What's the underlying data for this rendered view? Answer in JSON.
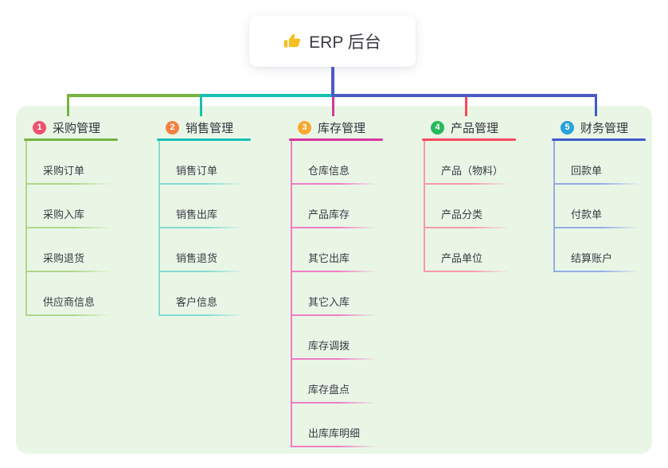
{
  "root": {
    "icon": "thumbs-up",
    "label": "ERP 后台"
  },
  "canvas": {
    "page_bg": "#FFFFFF",
    "panel_bg": "#E9F6E6"
  },
  "connectors": {
    "trunk_color": "#4A5BC4",
    "bus_left_color": "#76B33F",
    "bus_mid_color": "#18BFB1",
    "bus_right_color": "#4A5BC4"
  },
  "branches": [
    {
      "num": "1",
      "label": "采购管理",
      "badge_color": "#F0506E",
      "line_color": "#76B33F",
      "line_light_color": "#AFD78C",
      "children": [
        "采购订单",
        "采购入库",
        "采购退货",
        "供应商信息"
      ]
    },
    {
      "num": "2",
      "label": "销售管理",
      "badge_color": "#F58142",
      "line_color": "#18BFB1",
      "line_light_color": "#85DBD1",
      "children": [
        "销售订单",
        "销售出库",
        "销售退货",
        "客户信息"
      ]
    },
    {
      "num": "3",
      "label": "库存管理",
      "badge_color": "#F9A82C",
      "line_color": "#D6359E",
      "line_light_color": "#EF7DC4",
      "children": [
        "仓库信息",
        "产品库存",
        "其它出库",
        "其它入库",
        "库存调拨",
        "库存盘点",
        "出库库明细"
      ]
    },
    {
      "num": "4",
      "label": "产品管理",
      "badge_color": "#27BA5A",
      "line_color": "#F8485E",
      "line_light_color": "#F79AA6",
      "children": [
        "产品（物料）",
        "产品分类",
        "产品单位"
      ]
    },
    {
      "num": "5",
      "label": "财务管理",
      "badge_color": "#29A3D7",
      "line_color": "#4059C7",
      "line_light_color": "#94ACE5",
      "children": [
        "回款单",
        "付款单",
        "结算账户"
      ]
    }
  ]
}
